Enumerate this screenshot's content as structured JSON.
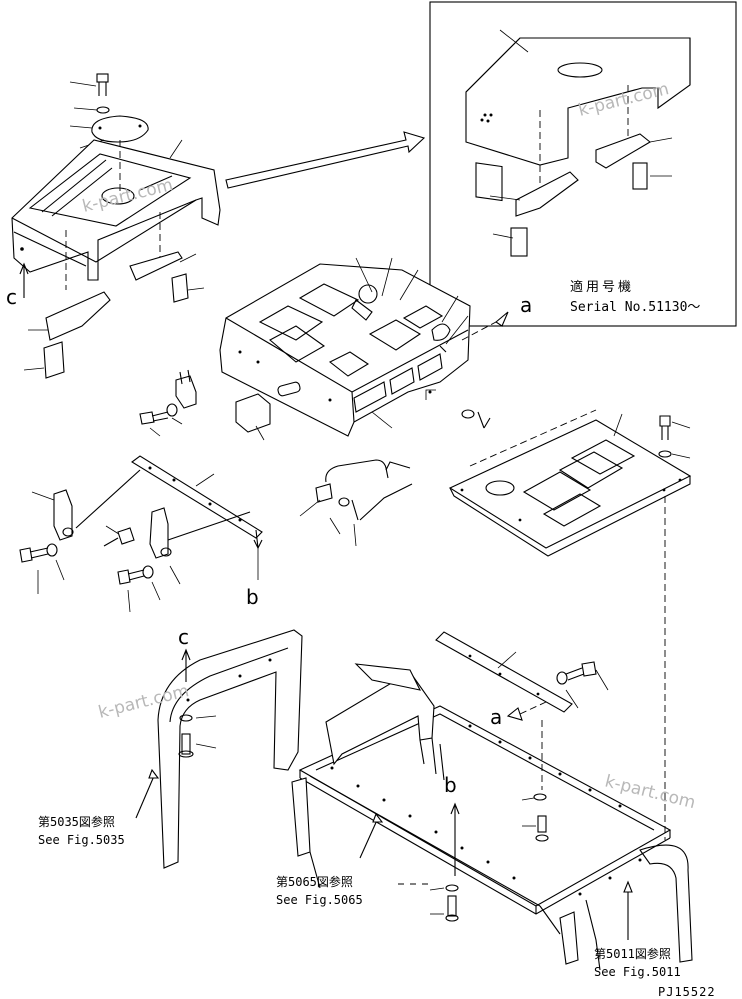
{
  "watermarks": [
    "k-part.com",
    "k-part.com",
    "k-part.com",
    "k-part.com"
  ],
  "view_labels": {
    "a_top": "a",
    "a_bottom": "a",
    "b_top": "b",
    "b_bottom": "b",
    "c_top": "c",
    "c_left": "c"
  },
  "inset": {
    "serial_jp": "適用号機",
    "serial_en": "Serial No.51130～"
  },
  "refs": {
    "fig5035_jp": "第5035図参照",
    "fig5035_en": "See Fig.5035",
    "fig5065_jp": "第5065図参照",
    "fig5065_en": "See Fig.5065",
    "fig5011_jp": "第5011図参照",
    "fig5011_en": "See Fig.5011"
  },
  "drawing_code": "PJ15522"
}
